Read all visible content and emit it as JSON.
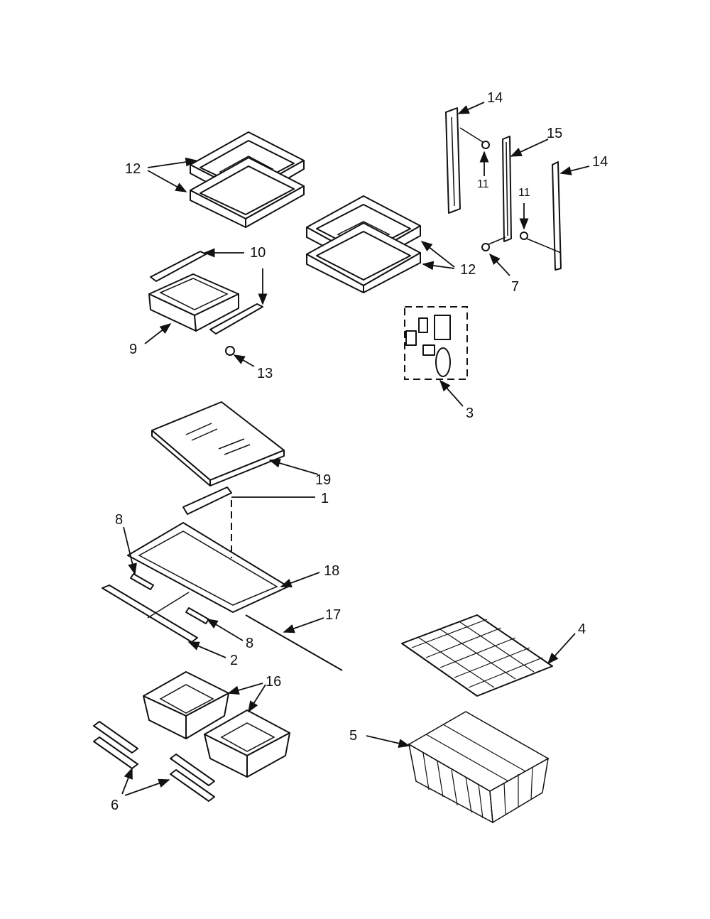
{
  "callouts": {
    "c1": "1",
    "c2": "2",
    "c3": "3",
    "c4": "4",
    "c5": "5",
    "c6": "6",
    "c7": "7",
    "c8a": "8",
    "c8b": "8",
    "c9": "9",
    "c10": "10",
    "c11a": "11",
    "c11b": "11",
    "c12a": "12",
    "c12b": "12",
    "c13": "13",
    "c14a": "14",
    "c14b": "14",
    "c15": "15",
    "c16": "16",
    "c17": "17",
    "c18": "18",
    "c19": "19"
  }
}
